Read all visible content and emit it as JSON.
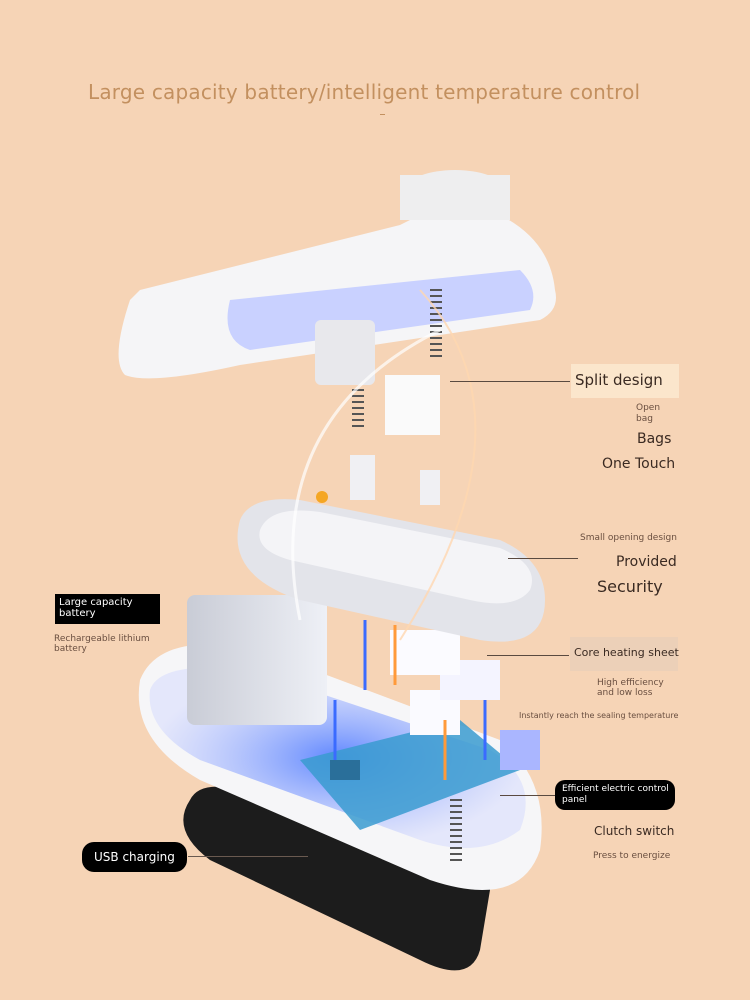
{
  "title": "Large capacity battery/intelligent temperature control",
  "callouts": {
    "split": {
      "label": "Split design",
      "sub1": "Open",
      "sub2": "bag",
      "sub3": "Bags",
      "sub4": "One Touch"
    },
    "opening": {
      "sub": "Small opening design",
      "l1": "Provided",
      "l2": "Security"
    },
    "battery": {
      "label1": "Large capacity",
      "label2": "battery",
      "sub1": "Rechargeable lithium",
      "sub2": "battery"
    },
    "heating": {
      "label": "Core heating sheet",
      "sub1": "High efficiency",
      "sub2": "and low loss",
      "sub3": "Instantly reach the sealing temperature"
    },
    "panel": {
      "label1": "Efficient electric control",
      "label2": "panel"
    },
    "clutch": {
      "label": "Clutch switch",
      "sub": "Press to energize"
    },
    "usb": {
      "label": "USB charging"
    }
  },
  "colors": {
    "background": "#f6d4b6",
    "title": "#c3905f",
    "device": "#f4f4f6",
    "glow": "#6a7dff",
    "base": "#1a1a1a"
  }
}
